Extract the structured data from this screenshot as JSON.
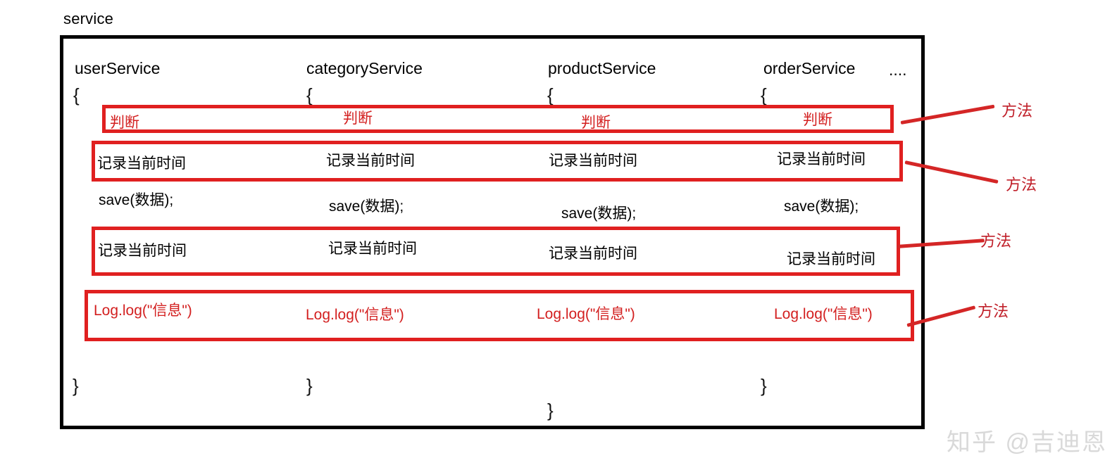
{
  "caption": "service",
  "services": [
    {
      "name": "userService",
      "open_brace": "{",
      "close_brace": "}"
    },
    {
      "name": "categoryService",
      "open_brace": "{",
      "close_brace": "}"
    },
    {
      "name": "productService",
      "open_brace": "{",
      "close_brace": "}"
    },
    {
      "name": "orderService",
      "open_brace": "{",
      "close_brace": "}"
    }
  ],
  "more_indicator": "....",
  "rows": [
    {
      "id": "judge",
      "style": "red",
      "boxed": true,
      "cells": [
        "判断",
        "判断",
        "判断",
        "判断"
      ]
    },
    {
      "id": "record-time-before",
      "style": "black",
      "boxed": true,
      "cells": [
        "记录当前时间",
        "记录当前时间",
        "记录当前时间",
        "记录当前时间"
      ]
    },
    {
      "id": "save-call",
      "style": "black",
      "boxed": false,
      "cells": [
        "save(数据);",
        "save(数据);",
        "save(数据);",
        "save(数据);"
      ]
    },
    {
      "id": "record-time-after",
      "style": "black",
      "boxed": true,
      "cells": [
        "记录当前时间",
        "记录当前时间",
        "记录当前时间",
        "记录当前时间"
      ]
    },
    {
      "id": "log-call",
      "style": "red",
      "boxed": true,
      "cells": [
        "Log.log(\"信息\")",
        "Log.log(\"信息\")",
        "Log.log(\"信息\")",
        "Log.log(\"信息\")"
      ]
    }
  ],
  "annotations": [
    {
      "label": "方法"
    },
    {
      "label": "方法"
    },
    {
      "label": "方法"
    },
    {
      "label": "方法"
    }
  ],
  "watermark": "知乎 @吉迪恩",
  "colors": {
    "highlight": "#e02020",
    "annotation_text": "#c0202a",
    "red_text": "#d32020",
    "border": "#000000",
    "watermark": "#d9d9d9"
  }
}
